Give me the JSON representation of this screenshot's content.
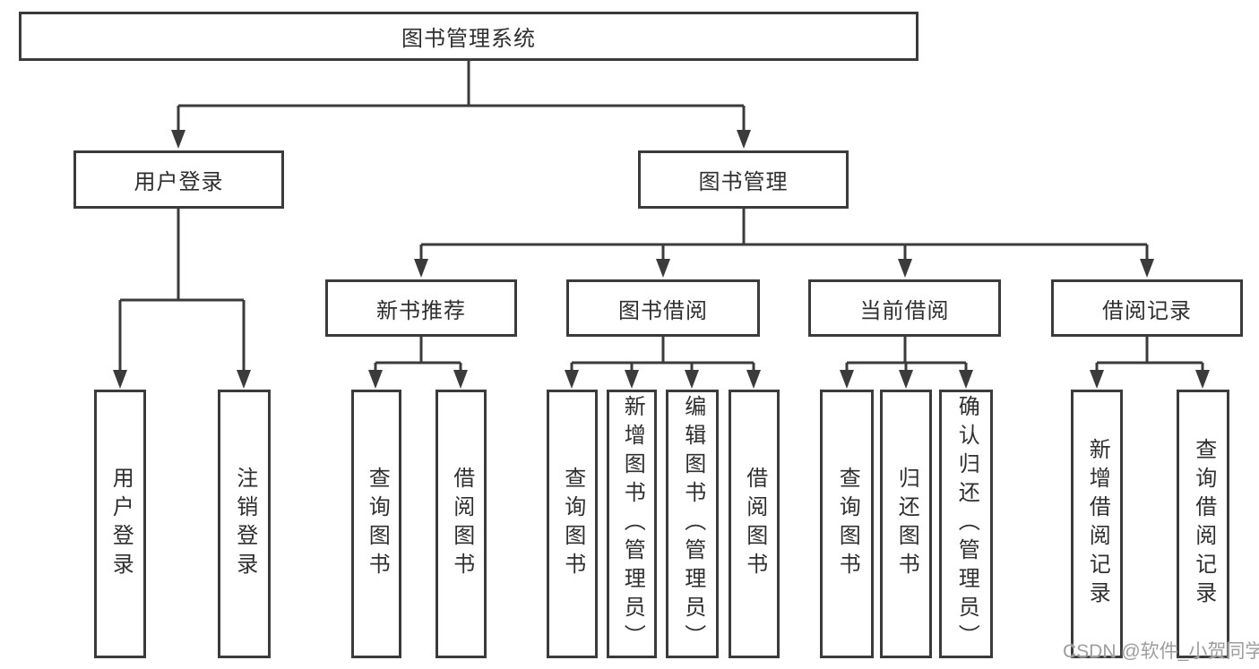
{
  "tree": {
    "root": {
      "label": "图书管理系统"
    },
    "branches": [
      {
        "label": "用户登录",
        "children": [
          {
            "label": "用户登录"
          },
          {
            "label": "注销登录"
          }
        ]
      },
      {
        "label": "图书管理",
        "children": [
          {
            "label": "新书推荐",
            "children": [
              {
                "label": "查询图书"
              },
              {
                "label": "借阅图书"
              }
            ]
          },
          {
            "label": "图书借阅",
            "children": [
              {
                "label": "查询图书"
              },
              {
                "label": "新增图书（管理员）"
              },
              {
                "label": "编辑图书（管理员）"
              },
              {
                "label": "借阅图书"
              }
            ]
          },
          {
            "label": "当前借阅",
            "children": [
              {
                "label": "查询图书"
              },
              {
                "label": "归还图书"
              },
              {
                "label": "确认归还（管理员）"
              }
            ]
          },
          {
            "label": "借阅记录",
            "children": [
              {
                "label": "新增借阅记录"
              },
              {
                "label": "查询借阅记录"
              }
            ]
          }
        ]
      }
    ]
  },
  "watermark": {
    "text": "CSDN @软件_小贺同学"
  },
  "colors": {
    "line": "#3b3b3b",
    "text": "#2f2f2f",
    "watermark": "#9e9e9e",
    "bg": "#ffffff"
  }
}
